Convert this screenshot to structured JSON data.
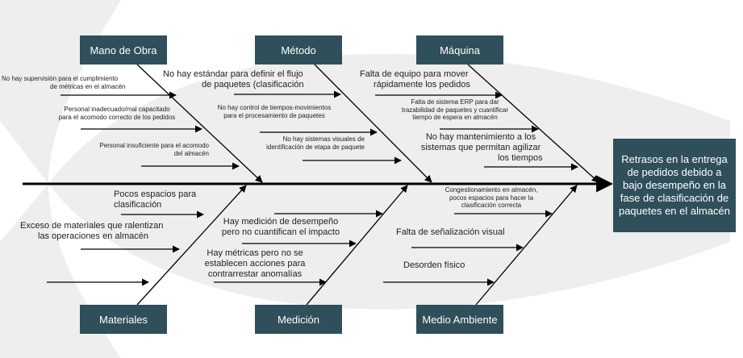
{
  "effect": "Retrasos en la entrega de pedidos debido a bajo desempeño en la fase de clasificación de paquetes en el almacén",
  "categories": {
    "mano_de_obra": "Mano de Obra",
    "metodo": "Método",
    "maquina": "Máquina",
    "materiales": "Materiales",
    "medicion": "Medición",
    "medio_ambiente": "Medio Ambiente"
  },
  "causes": {
    "mano_de_obra": [
      [
        "No hay supervisión para el cumplimiento",
        "de métricas en el almacén"
      ],
      [
        "Personal inadecuado/mal capacitado",
        "para el acomodo correcto de los pedidos"
      ],
      [
        "Personal insuficiente para el acomodo",
        "del almacén"
      ]
    ],
    "metodo": [
      [
        "No hay estándar para definir el flujo",
        "de paquetes (clasificación"
      ],
      [
        "No hay control de tiempos-movimientos",
        "para el procesamiento de paquetes"
      ],
      [
        "No hay sistemas visuales de",
        "identificación de etapa de paquete"
      ]
    ],
    "maquina": [
      [
        "Falta de equipo para mover",
        "rápidamente los pedidos"
      ],
      [
        "Falta de sistema ERP para dar",
        "trazabilidad de paquetes y cuantificar",
        "tiempo de espera en almacén"
      ],
      [
        "No hay mantenimiento a los",
        "sistemas que permitan agilizar",
        "los tiempos"
      ]
    ],
    "materiales": [
      [
        "Pocos espacios para",
        "clasificación"
      ],
      [
        "Exceso de materiales que ralentizan",
        "las operaciones en almacén"
      ]
    ],
    "medicion": [
      [
        "Hay medición de desempeño",
        "pero no cuantifican el impacto"
      ],
      [
        "Hay métricas pero no se",
        "establecen acciones para",
        "contrarrestar anomalías"
      ]
    ],
    "medio_ambiente": [
      [
        "Congestionamiento en almacén,",
        "pocos espacios para hacer la",
        "clasificación correcta"
      ],
      [
        "Falta de señalización visual"
      ],
      [
        "Desorden físico"
      ]
    ]
  }
}
